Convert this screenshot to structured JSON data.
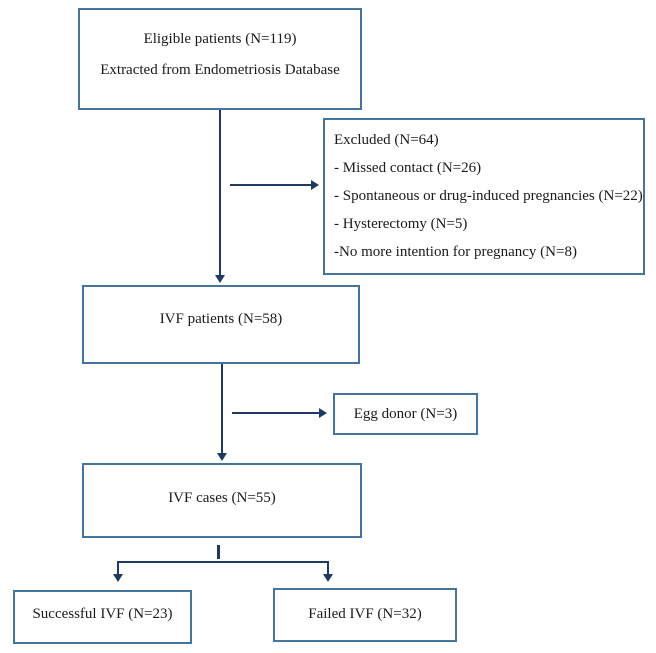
{
  "diagram": {
    "title": "IVF patient flow diagram",
    "nodes": {
      "eligible": {
        "line1": "Eligible patients (N=119)",
        "line2": "Extracted from Endometriosis Database"
      },
      "excluded": {
        "title": "Excluded (N=64)",
        "items": [
          "- Missed contact (N=26)",
          "- Spontaneous or drug-induced pregnancies (N=22)",
          "- Hysterectomy (N=5)",
          "-No more intention for pregnancy (N=8)"
        ]
      },
      "ivf_patients": {
        "label": "IVF patients (N=58)"
      },
      "egg_donor": {
        "label": "Egg donor (N=3)"
      },
      "ivf_cases": {
        "label": "IVF cases (N=55)"
      },
      "successful": {
        "label": "Successful IVF (N=23)"
      },
      "failed": {
        "label": "Failed IVF (N=32)"
      }
    },
    "counts": {
      "eligible": 119,
      "excluded_total": 64,
      "missed_contact": 26,
      "spontaneous_or_drug_induced_pregnancies": 22,
      "hysterectomy": 5,
      "no_more_intention_for_pregnancy": 8,
      "ivf_patients": 58,
      "egg_donor": 3,
      "ivf_cases": 55,
      "successful_ivf": 23,
      "failed_ivf": 32
    },
    "colors": {
      "box_border": "#45749e",
      "arrow": "#1f3864",
      "text": "#1a1a1a",
      "background": "#ffffff"
    }
  }
}
